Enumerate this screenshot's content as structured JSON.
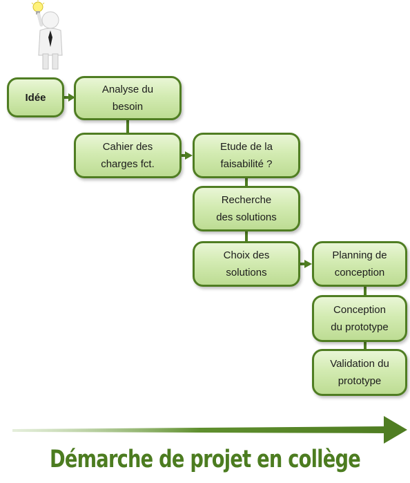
{
  "diagram": {
    "title": "Démarche de projet en collège",
    "steps": [
      {
        "id": "idee",
        "label": "Idée"
      },
      {
        "id": "analyse",
        "label": "Analyse du\nbesoin"
      },
      {
        "id": "cahier",
        "label": "Cahier des\ncharges fct."
      },
      {
        "id": "etude",
        "label": "Etude de la\nfaisabilité ?"
      },
      {
        "id": "recherche",
        "label": "Recherche\ndes solutions"
      },
      {
        "id": "choix",
        "label": "Choix des\nsolutions"
      },
      {
        "id": "planning",
        "label": "Planning de\nconception"
      },
      {
        "id": "conception",
        "label": "Conception\ndu prototype"
      },
      {
        "id": "validation",
        "label": "Validation du\nprototype"
      }
    ],
    "colors": {
      "border": "#4f7d22",
      "fill": "#d3ebb2",
      "connector": "#4f7d22",
      "title": "#4c7c20"
    },
    "icons": [
      "businessman-idea-icon",
      "timeline-arrow-icon"
    ]
  }
}
